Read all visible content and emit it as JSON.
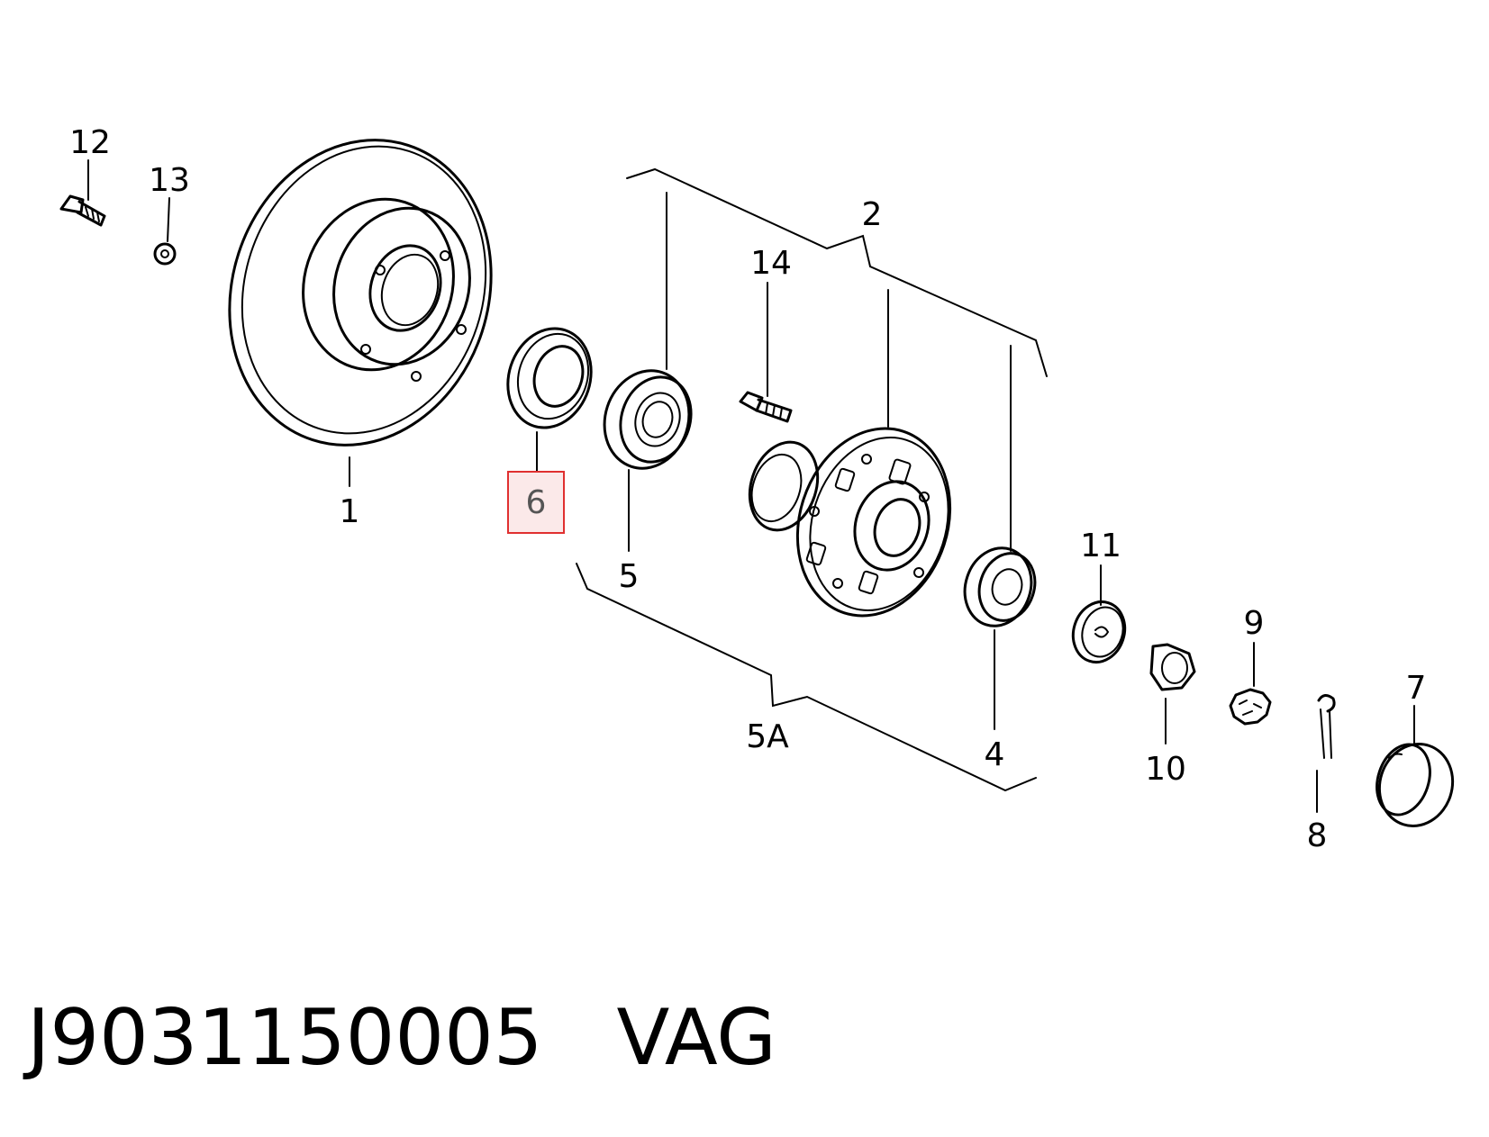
{
  "labels": {
    "p1": "1",
    "p2": "2",
    "p4": "4",
    "p5": "5",
    "p5a": "5A",
    "p6": "6",
    "p7": "7",
    "p8": "8",
    "p9": "9",
    "p10": "10",
    "p11": "11",
    "p12": "12",
    "p13": "13",
    "p14": "14"
  },
  "highlighted_part": "6",
  "highlight_color": "#e03030",
  "caption": {
    "part_number": "J9031150005",
    "brand": "VAG"
  }
}
